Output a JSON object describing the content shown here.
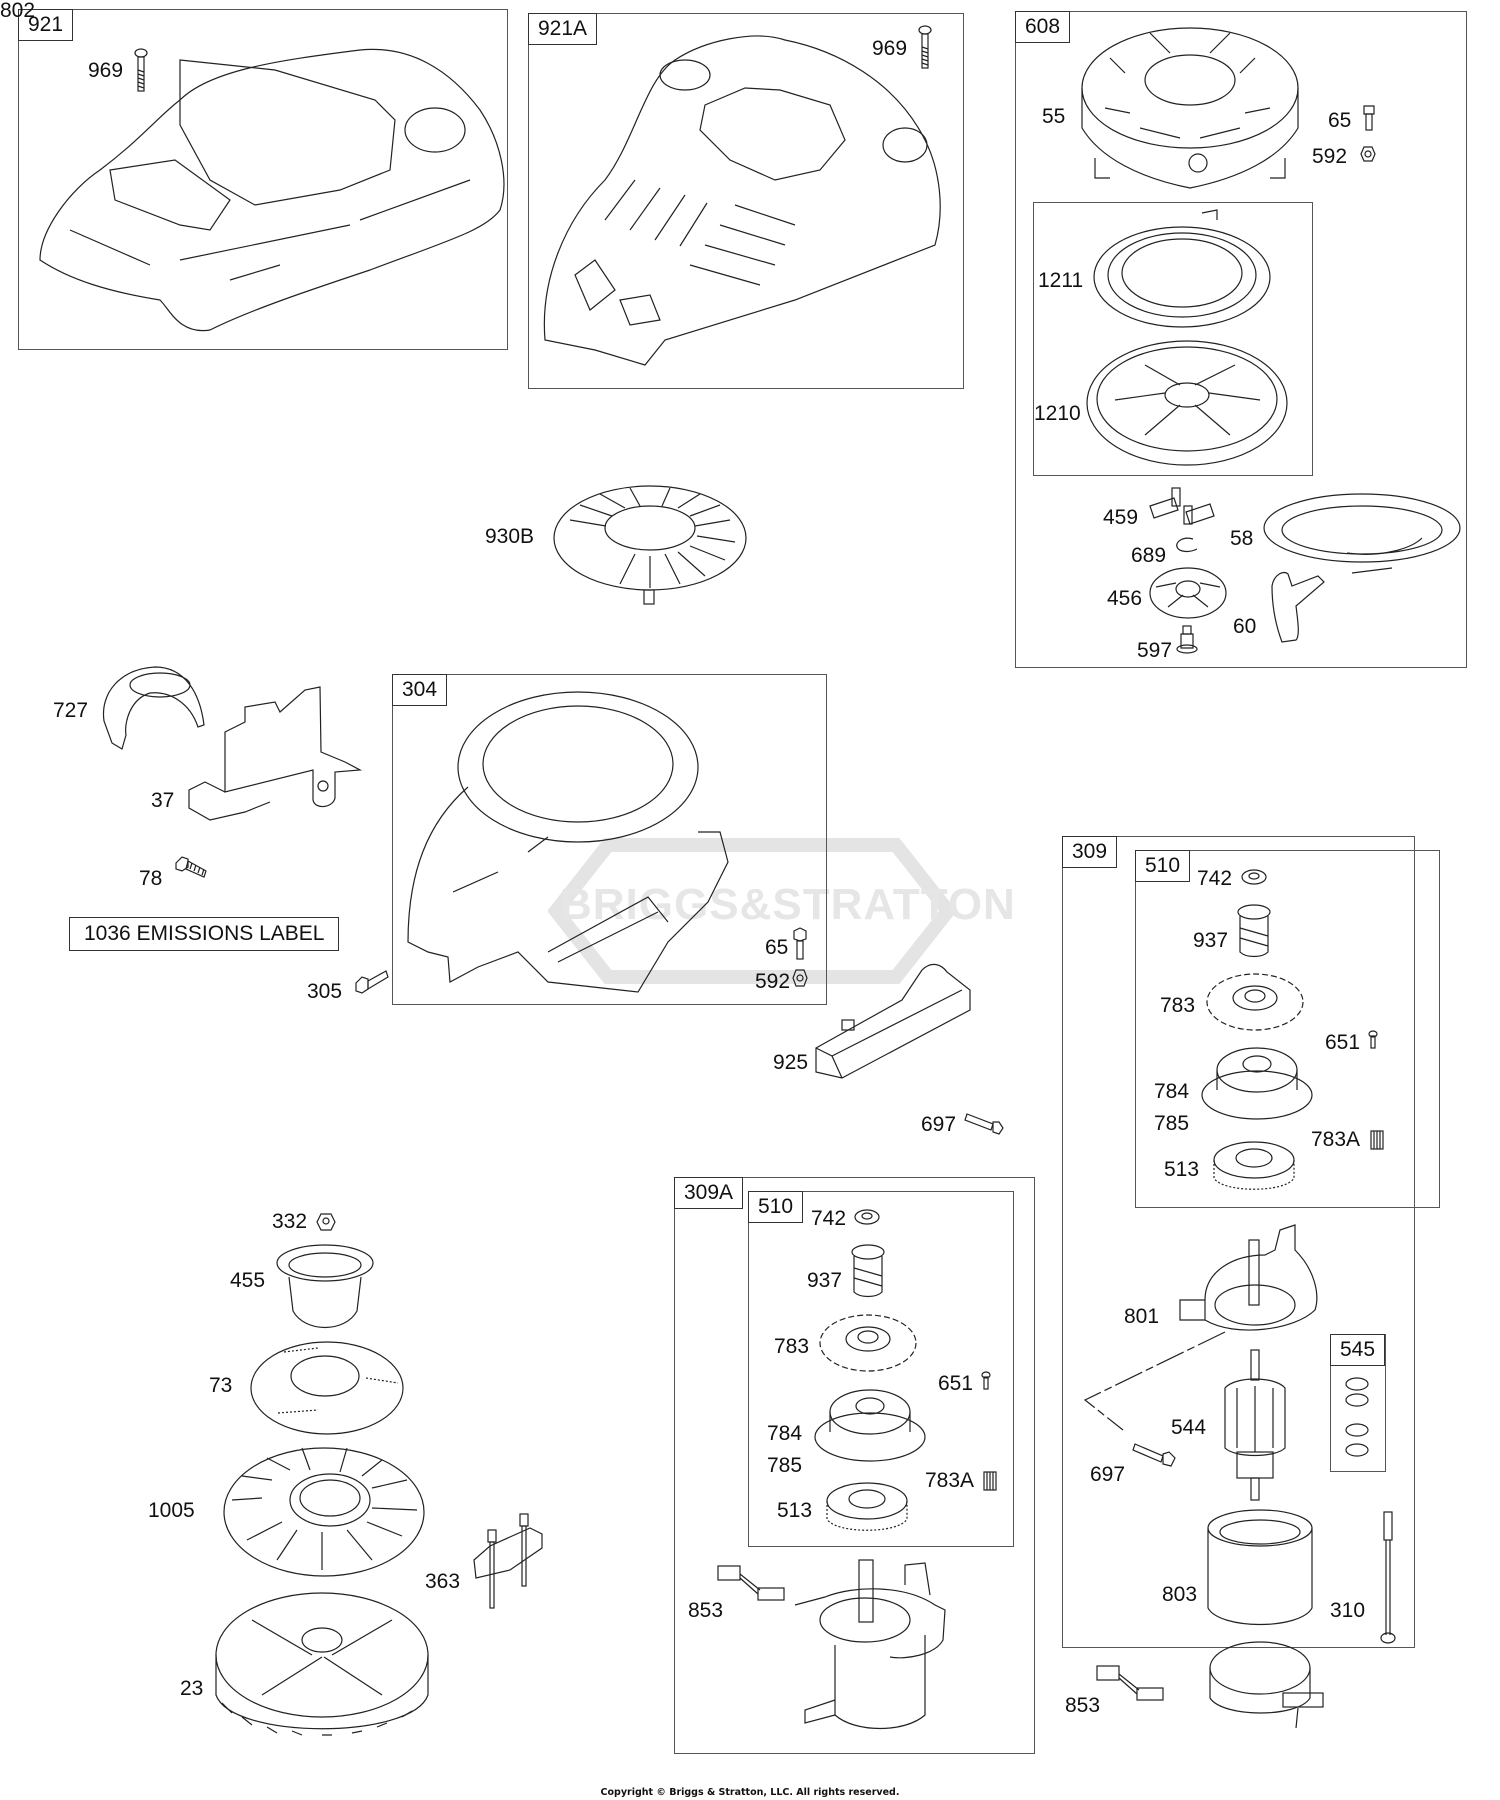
{
  "diagram": {
    "type": "exploded parts diagram",
    "watermark": "BRIGGS&STRATTON",
    "copyright": "Copyright © Briggs & Stratton, LLC. All rights reserved."
  },
  "groups": {
    "g921": {
      "tag": "921",
      "parts": {
        "screw": "969"
      }
    },
    "g921a": {
      "tag": "921A",
      "parts": {
        "screw": "969"
      }
    },
    "g608": {
      "tag": "608",
      "parts": {
        "housing": "55",
        "bolt": "65",
        "nut": "592",
        "spring": "1211",
        "pulley": "1210",
        "dog": "459",
        "rope": "58",
        "retainer_ring": "689",
        "dog_retainer": "456",
        "handle": "60",
        "screw": "597"
      }
    },
    "g304": {
      "tag": "304",
      "parts": {
        "bolt": "65",
        "nut": "592"
      }
    },
    "g309": {
      "tag": "309",
      "sub510": {
        "tag": "510",
        "parts": {
          "clip": "742",
          "pinion": "937",
          "gear": "783",
          "screw": "651",
          "cover": "784",
          "gasket": "785",
          "gear_small": "783A",
          "clutch": "513"
        }
      },
      "sub545": {
        "tag": "545"
      },
      "parts": {
        "end_cap": "801",
        "armature": "544",
        "bolt": "697",
        "housing": "803",
        "through_bolt": "310",
        "brush_holder": "802",
        "harness": "853"
      }
    },
    "g309a": {
      "tag": "309A",
      "sub510": {
        "tag": "510",
        "parts": {
          "clip": "742",
          "pinion": "937",
          "gear": "783",
          "screw": "651",
          "cover": "784",
          "gasket": "785",
          "gear_small": "783A",
          "clutch": "513"
        }
      },
      "parts": {
        "harness": "853"
      }
    }
  },
  "loose_parts": {
    "screen": "930B",
    "shield": "727",
    "baffle": "37",
    "screw78": "78",
    "emissions_label": "1036 EMISSIONS LABEL",
    "screw305": "305",
    "cover925": "925",
    "bolt697": "697",
    "nut332": "332",
    "cup455": "455",
    "screen73": "73",
    "flywheel": "1005",
    "puller": "363",
    "flywheel_ring": "23"
  }
}
